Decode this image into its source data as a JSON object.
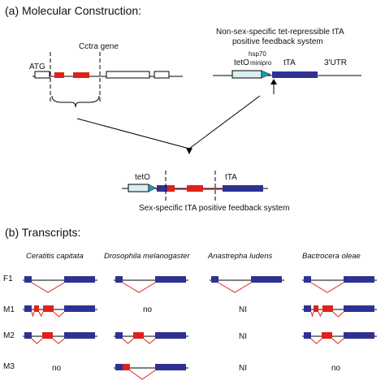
{
  "panel_a": {
    "heading": "(a) Molecular Construction:",
    "gene_label": "Cctra gene",
    "atg_label": "ATG",
    "feedback_title_line1": "Non-sex-specific tet-repressible tTA",
    "feedback_title_line2": "positive feedback system",
    "hsp70_label": "hsp70",
    "minipro_label": "minipro",
    "teto_label": "tetO",
    "tta_label": "tTA",
    "utr_label": "3'UTR",
    "construct_teto_label": "tetO",
    "construct_tta_label": "tTA",
    "construct_caption": "Sex-specific tTA positive feedback system"
  },
  "panel_b": {
    "heading": "(b) Transcripts:",
    "species": [
      "Ceratitis capitata",
      "Drosophila melanogaster",
      "Anastrepha ludens",
      "Bactrocera oleae"
    ],
    "rows": [
      {
        "label": "F1",
        "cells": [
          "F",
          "F",
          "F",
          "F"
        ]
      },
      {
        "label": "M1",
        "cells": [
          "M1",
          "no",
          "NI",
          "M1"
        ]
      },
      {
        "label": "M2",
        "cells": [
          "M2",
          "M2",
          "NI",
          "M2"
        ]
      },
      {
        "label": "M3",
        "cells": [
          "no",
          "M3",
          "NI",
          "no"
        ]
      }
    ]
  },
  "colors": {
    "exon_red": "#e0201c",
    "tta_blue": "#2e3192",
    "teto_fill": "#daeef3",
    "arrow_teal": "#17a2a8",
    "splice_red": "#e0201c",
    "line": "#000000"
  }
}
